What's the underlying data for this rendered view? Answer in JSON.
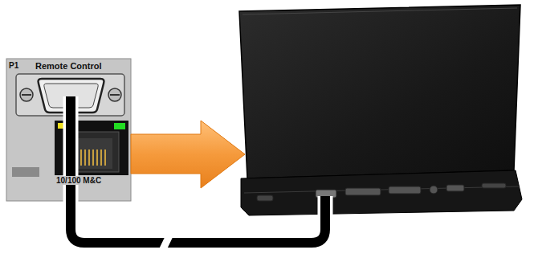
{
  "diagram": {
    "nodes": [
      {
        "text": [
          "P1",
          "Remote Control",
          "10/100 M&C"
        ]
      }
    ]
  }
}
